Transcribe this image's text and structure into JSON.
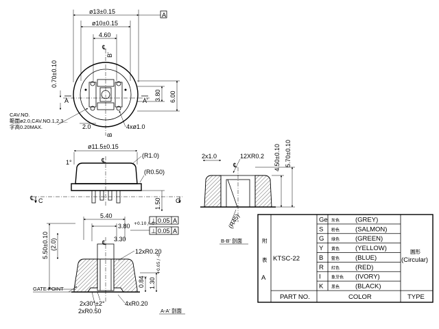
{
  "top_view": {
    "dim_outer": "ø13±0.15",
    "dim_inner": "ø10±0.15",
    "dim_gap": "4.60",
    "dim_left": "0.70±0.10",
    "dim_380": "3.80",
    "dim_600": "6.00",
    "datum_a": "A",
    "section_a_left": "A",
    "section_a_right": "A'",
    "section_b_top": "B'",
    "section_b_bottom": "B",
    "cav_note_1": "CAV.NO.",
    "cav_note_2": "範圍ø2.0,CAV.NO.1,2,3...",
    "cav_note_3": "字高0.20MAX.",
    "dim_20": "2.0",
    "dim_holes": "4xø1.0",
    "center_mark": "℄"
  },
  "side_view": {
    "dim_dia": "ø11.5±0.15",
    "dim_r10": "(R1.0)",
    "dim_r050": "(R0.50)",
    "angle": "1°",
    "dim_150": "1.50",
    "c_left": "C",
    "c_right": "C",
    "center_mark": "℄"
  },
  "section_aa": {
    "dim_540": "5.40",
    "dim_380": "3.80",
    "dim_380_tol": "+0.10 / -0",
    "tol_1": "0.05",
    "tol_1_ref": "A",
    "tol_2": "0.05",
    "tol_2_ref": "A",
    "dim_330": "3.30",
    "dim_550": "5.50±0.10",
    "dim_2": "(2.0)",
    "dim_12x": "12xR0.20",
    "dim_084": "0.84",
    "dim_130": "1.30",
    "dim_130_tol": "+0.05 / -0",
    "gate_point": "GATE POINT",
    "dim_2x30": "2x30°±2°",
    "dim_2xr": "2xR0.50",
    "dim_4xr": "4xR0.20",
    "caption": "A-A' 剖面",
    "center_mark": "℄"
  },
  "section_bb": {
    "dim_2x10": "2x1.0",
    "dim_12x": "12XR0.2",
    "dim_450": "4.50±0.10",
    "dim_570": "5.70±0.10",
    "dim_r45": "(R45)",
    "caption": "B-B' 剖面",
    "center_mark": "℄"
  },
  "table": {
    "side_label": [
      "附",
      "表",
      "A"
    ],
    "part_no": "KTSC-22",
    "type_cn": "圓形",
    "type_en": "(Circular)",
    "header_part": "PART  NO.",
    "header_color": "COLOR",
    "header_type": "TYPE",
    "rows": [
      {
        "code": "Ge",
        "cn": "灰色",
        "color": "(GREY)"
      },
      {
        "code": "S",
        "cn": "粉色",
        "color": "(SALMON)"
      },
      {
        "code": "G",
        "cn": "綠色",
        "color": "(GREEN)"
      },
      {
        "code": "Y",
        "cn": "黃色",
        "color": "(YELLOW)"
      },
      {
        "code": "B",
        "cn": "藍色",
        "color": "(BLUE)"
      },
      {
        "code": "R",
        "cn": "紅色",
        "color": "(RED)"
      },
      {
        "code": "I",
        "cn": "象牙色",
        "color": "(IVORY)"
      },
      {
        "code": "K",
        "cn": "黑色",
        "color": "(BLACK)"
      }
    ]
  }
}
